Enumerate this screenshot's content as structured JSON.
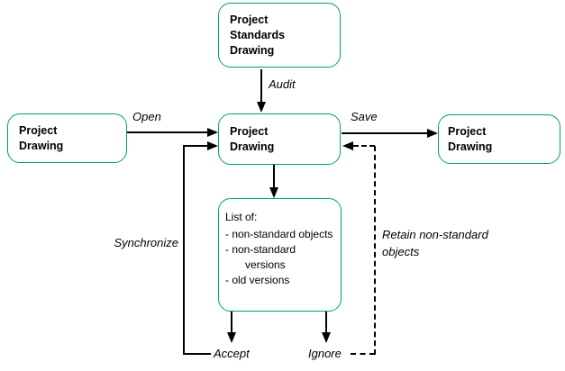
{
  "colors": {
    "box_border": "#00a265",
    "line": "#000000",
    "text": "#000000",
    "background": "#ffffff"
  },
  "boxes": {
    "standards": {
      "lines": [
        "Project",
        "Standards",
        "Drawing"
      ]
    },
    "source": {
      "lines": [
        "Project",
        "Drawing"
      ]
    },
    "working": {
      "lines": [
        "Project",
        "Drawing"
      ]
    },
    "saved": {
      "lines": [
        "Project",
        "Drawing"
      ]
    },
    "list": {
      "title": "List of:",
      "items": [
        "- non-standard objects",
        "- non-standard versions",
        "- old versions"
      ]
    }
  },
  "arrow_labels": {
    "audit": "Audit",
    "open": "Open",
    "save": "Save",
    "synchronize": "Synchronize",
    "retain": "Retain non-standard objects",
    "accept": "Accept",
    "ignore": "Ignore"
  }
}
